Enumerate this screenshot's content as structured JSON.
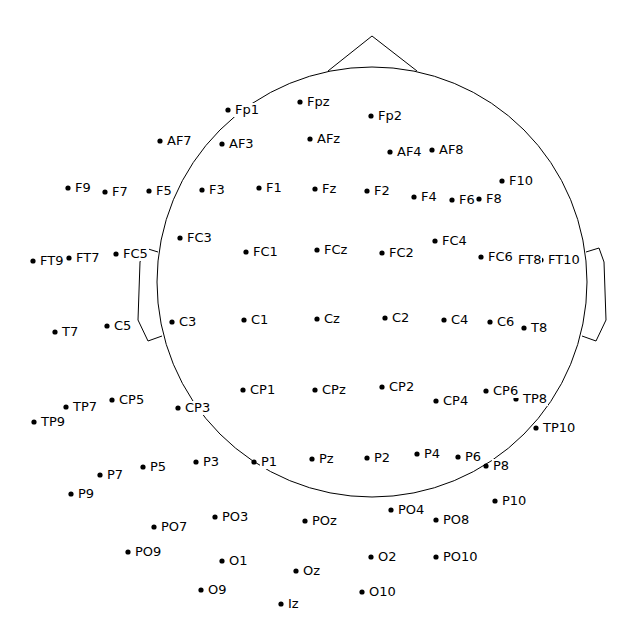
{
  "diagram": {
    "labels": [
      "Fpz",
      "Fp1",
      "Fp2",
      "AFz",
      "AF7",
      "AF3",
      "AF8",
      "AF4",
      "F10",
      "F9",
      "F1",
      "Fz",
      "F3",
      "F5",
      "F2",
      "F7",
      "F4",
      "F8",
      "F6",
      "FC3",
      "FC4",
      "FCz",
      "FC1",
      "FC2",
      "FC5",
      "FC6",
      "FT7",
      "FT8",
      "FT10",
      "FT9",
      "C2",
      "Cz",
      "C1",
      "C4",
      "C3",
      "C6",
      "C5",
      "T8",
      "T7",
      "CP2",
      "CP6",
      "CP1",
      "CPz",
      "TP8",
      "CP5",
      "CP4",
      "TP7",
      "CP3",
      "TP9",
      "TP10",
      "P4",
      "P6",
      "P2",
      "Pz",
      "P3",
      "P1",
      "P8",
      "P5",
      "P7",
      "P9",
      "P10",
      "PO4",
      "PO3",
      "PO8",
      "POz",
      "PO7",
      "PO9",
      "PO10",
      "O2",
      "O1",
      "Oz",
      "O9",
      "O10",
      "Iz"
    ]
  }
}
